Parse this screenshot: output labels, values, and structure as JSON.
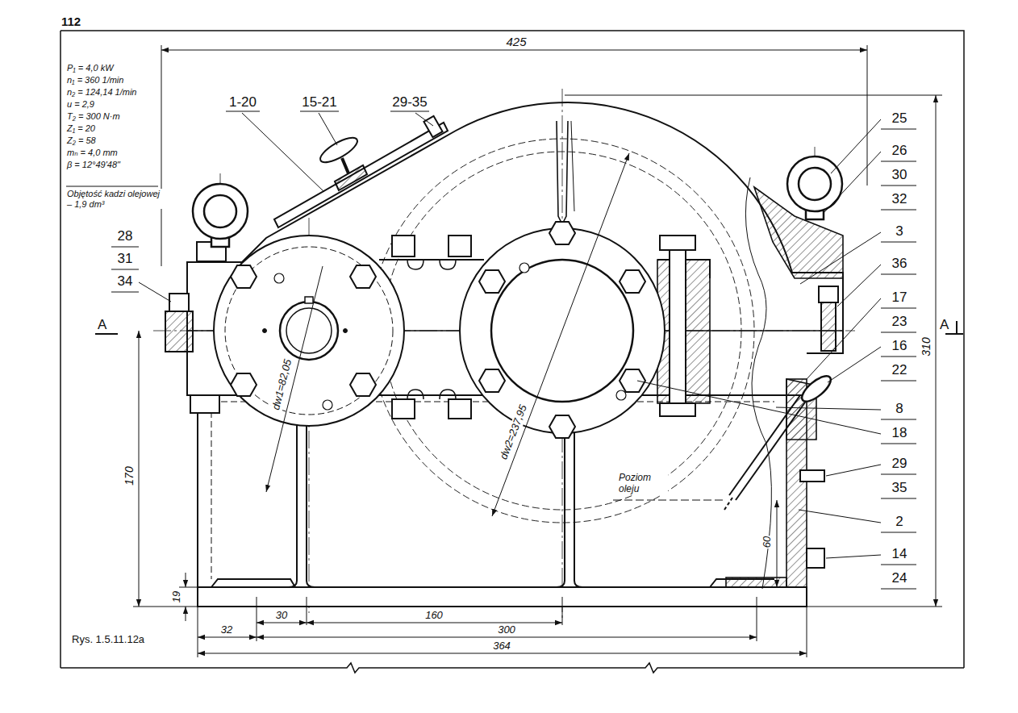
{
  "diagram": {
    "caption": "Rys. 1.5.11.12a",
    "labels": [
      "112",
      "P₁ = 4,0 kW",
      "n₁ = 360 1/min",
      "n₂ = 124,14 1/min",
      "u = 2,9",
      "T₂ = 300 N·m",
      "Z₁ = 20",
      "Z₂ = 58",
      "mₙ = 4,0 mm",
      "β = 12°49'48\"",
      "Objętość kadzi olejowej – 1,9 dm³",
      "425",
      "1-20",
      "15-21",
      "29-35",
      "25",
      "26",
      "30",
      "32",
      "3",
      "36",
      "17",
      "23",
      "16",
      "22",
      "8",
      "18",
      "29",
      "35",
      "2",
      "14",
      "24",
      "28",
      "31",
      "34",
      "A",
      "A",
      "310",
      "170",
      "19",
      "60",
      "dw1=82,05",
      "dw2=237,95",
      "Poziom oleju",
      "32",
      "30",
      "160",
      "300",
      "364"
    ]
  }
}
